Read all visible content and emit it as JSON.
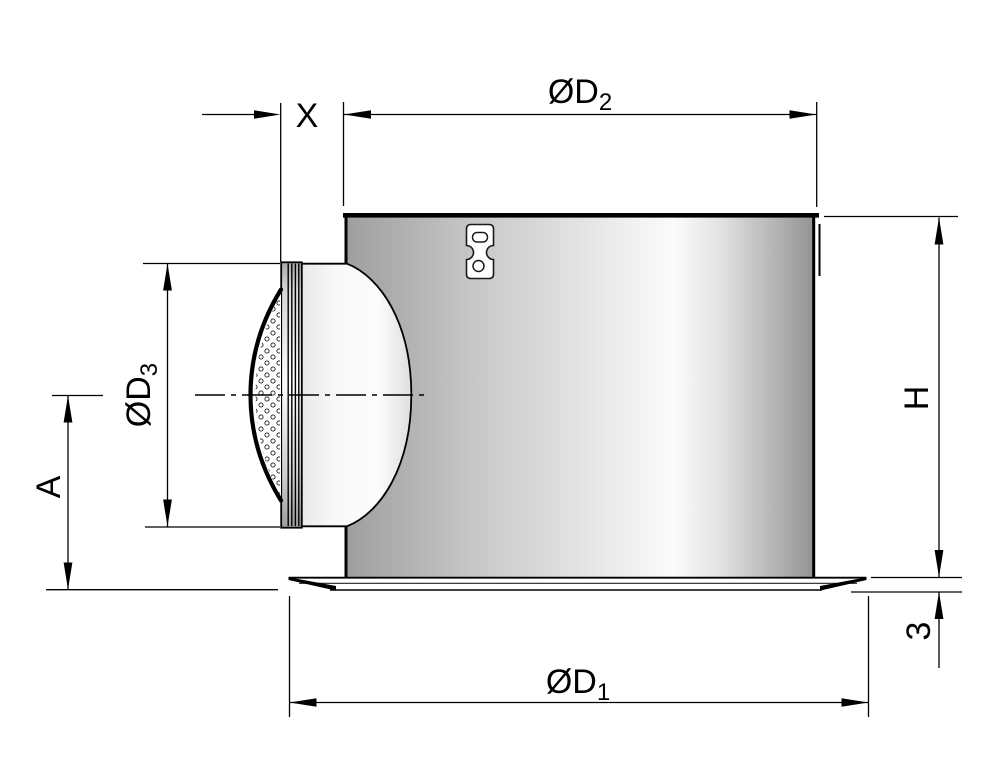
{
  "drawing": {
    "colors": {
      "line": "#000000",
      "background": "#ffffff",
      "metal_dark": "#989898",
      "metal_light": "#fcfcfc"
    },
    "dimensions": {
      "spigot_projection": {
        "label": "X"
      },
      "body_diameter": {
        "label": "ØD",
        "subscript": "2"
      },
      "body_height": {
        "label": "H"
      },
      "spigot_diameter": {
        "label": "ØD",
        "subscript": "3"
      },
      "axis_height": {
        "label": "A"
      },
      "flange_thickness": {
        "label": "3"
      },
      "flange_diameter": {
        "label": "ØD",
        "subscript": "1"
      }
    }
  }
}
